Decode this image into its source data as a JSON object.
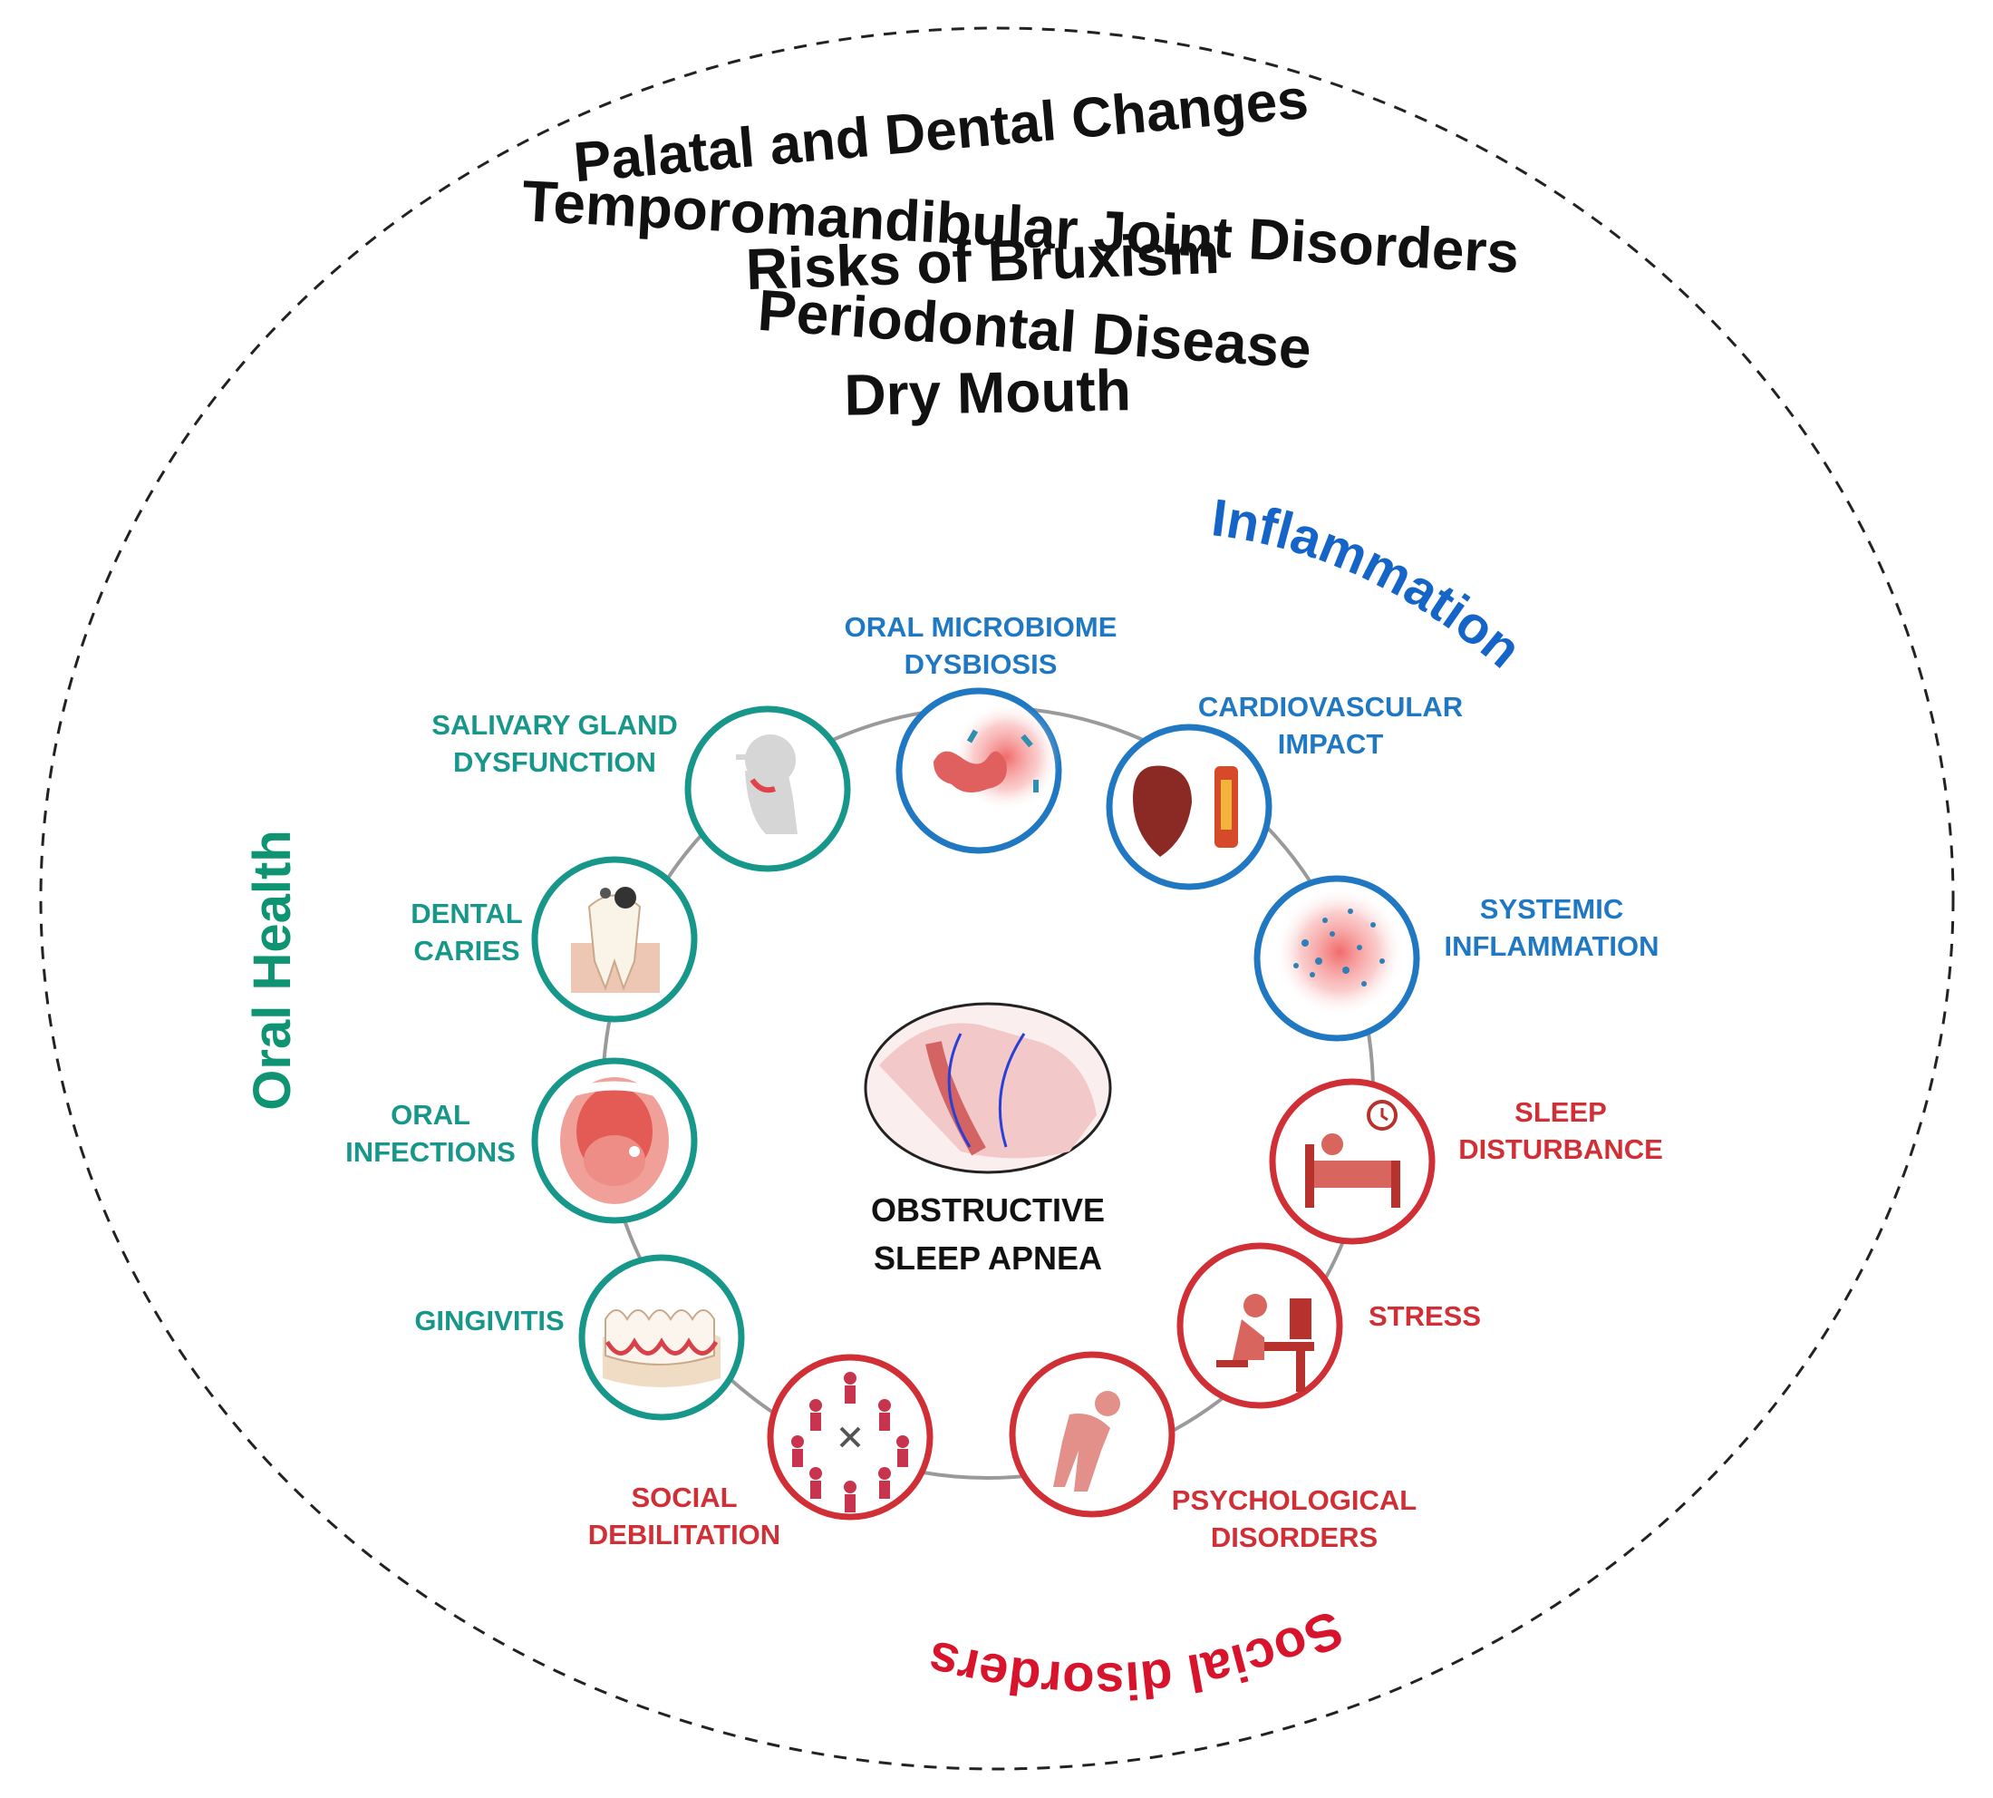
{
  "top_conditions": [
    "Palatal and Dental Changes",
    "Temporomandibular Joint Disorders",
    "Risks of Bruxism",
    "Periodontal Disease",
    "Dry Mouth"
  ],
  "categories": {
    "inflammation": "Inflammation",
    "oral_health": "Oral Health",
    "social": "Social disorders"
  },
  "center": {
    "line1": "OBSTRUCTIVE",
    "line2": "SLEEP APNEA"
  },
  "nodes": {
    "microbiome": {
      "line1": "ORAL MICROBIOME",
      "line2": "DYSBIOSIS"
    },
    "cardio": {
      "line1": "CARDIOVASCULAR",
      "line2": "IMPACT"
    },
    "systemic": {
      "line1": "SYSTEMIC",
      "line2": "INFLAMMATION"
    },
    "sleep": {
      "line1": "SLEEP",
      "line2": "DISTURBANCE"
    },
    "stress": {
      "line1": "STRESS"
    },
    "psych": {
      "line1": "PSYCHOLOGICAL",
      "line2": "DISORDERS"
    },
    "social": {
      "line1": "SOCIAL",
      "line2": "DEBILITATION"
    },
    "gingivitis": {
      "line1": "GINGIVITIS"
    },
    "infections": {
      "line1": "ORAL",
      "line2": "INFECTIONS"
    },
    "caries": {
      "line1": "DENTAL",
      "line2": "CARIES"
    },
    "salivary": {
      "line1": "SALIVARY GLAND",
      "line2": "DYSFUNCTION"
    }
  },
  "colors": {
    "blue": "#1f78c1",
    "teal": "#17978a",
    "red": "#d12f36",
    "inflammation_title": "#1565c8",
    "oral_title": "#0f9473",
    "social_title": "#d8142d",
    "ring": "#9a9a9a",
    "dash": "#222222"
  }
}
